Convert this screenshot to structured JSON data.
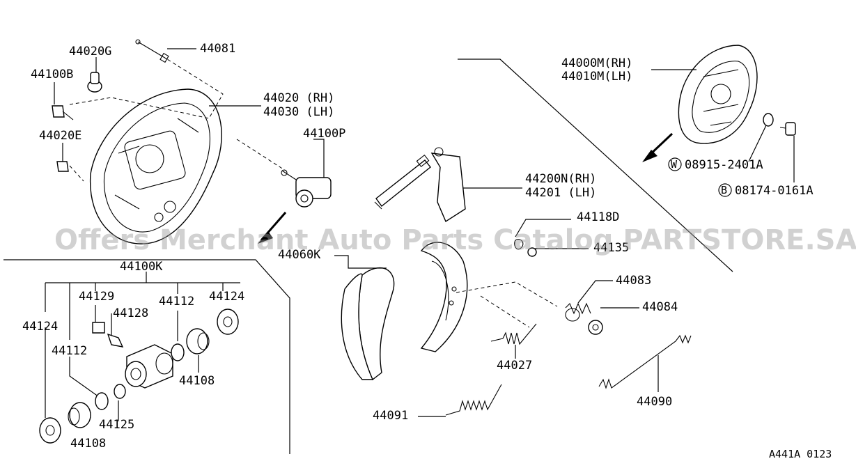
{
  "watermark": "Offers Merchant Auto Parts Catalog PARTSTORE.SA",
  "figure_code": "A441A 0123",
  "labels": {
    "p44020G": "44020G",
    "p44081": "44081",
    "p44100B": "44100B",
    "p44020_rh": "44020 (RH)",
    "p44030_lh": "44030 (LH)",
    "p44020E": "44020E",
    "p44100P": "44100P",
    "p44000M_rh": "44000M(RH)",
    "p44010M_lh": "44010M(LH)",
    "p08915": "08915-2401A",
    "p08915_prefix": "W",
    "p08174": "08174-0161A",
    "p08174_prefix": "B",
    "p44200N_rh": "44200N(RH)",
    "p44201_lh": "44201  (LH)",
    "p44118D": "44118D",
    "p44135": "44135",
    "p44060K": "44060K",
    "p44083": "44083",
    "p44084": "44084",
    "p44027": "44027",
    "p44091": "44091",
    "p44090": "44090",
    "p44100K": "44100K",
    "p44129": "44129",
    "p44128": "44128",
    "p44112_a": "44112",
    "p44124_a": "44124",
    "p44124_b": "44124",
    "p44112_b": "44112",
    "p44108_a": "44108",
    "p44125": "44125",
    "p44108_b": "44108"
  }
}
